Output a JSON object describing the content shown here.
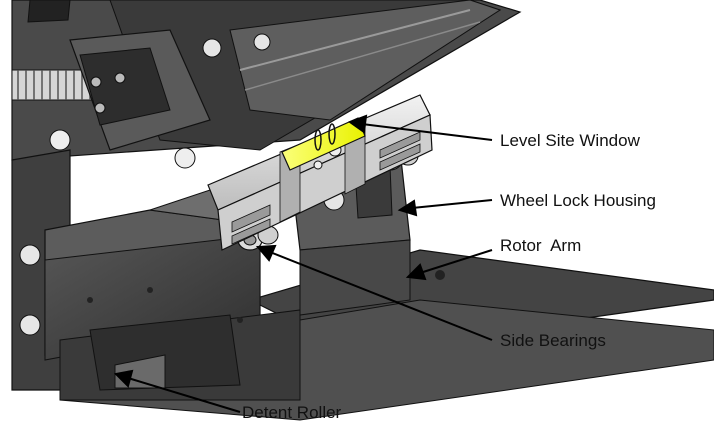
{
  "labels": {
    "level_site_window": "Level Site Window",
    "wheel_lock_housing": "Wheel Lock Housing",
    "rotor_arm": "Rotor  Arm",
    "side_bearings": "Side Bearings",
    "detent_roller": "Detent Roller"
  },
  "colors": {
    "background": "#ffffff",
    "metal_dark": "#3a3a3a",
    "metal_mid": "#6e6e6e",
    "metal_light": "#c9c9c9",
    "level_vial": "#f4ff3a",
    "outline": "#111111"
  }
}
